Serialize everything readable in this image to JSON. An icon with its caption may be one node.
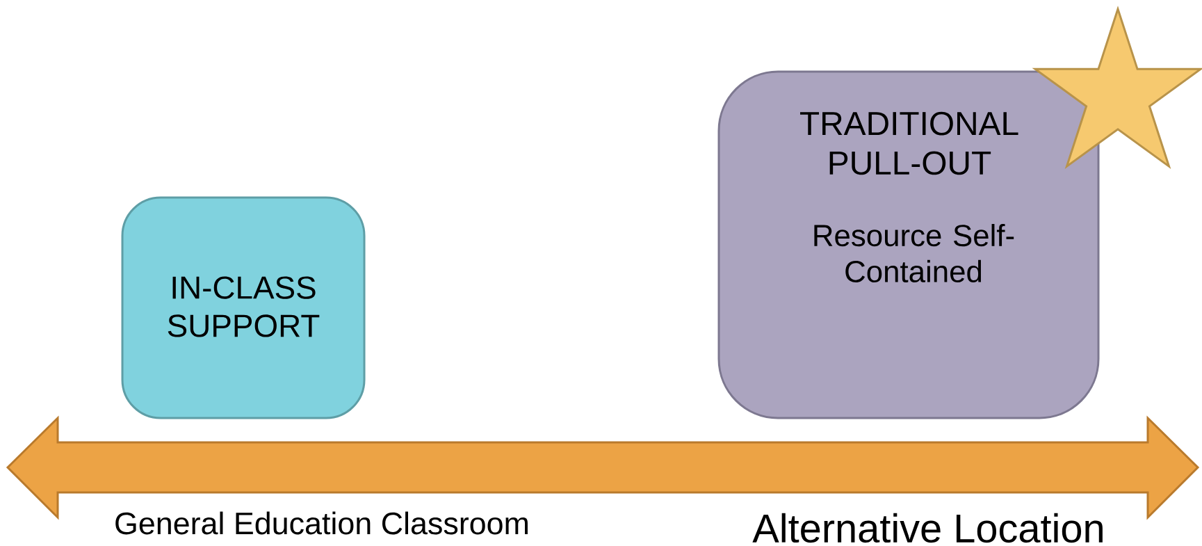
{
  "diagram": {
    "nodes": [
      {
        "text": [
          "IN-CLASS SUPPORT"
        ]
      },
      {
        "text": [
          "TRADITIONAL PULL-OUT",
          "Resource Self-Contained"
        ]
      }
    ],
    "labels": [
      "General Education Classroom",
      "Alternative Location"
    ]
  }
}
